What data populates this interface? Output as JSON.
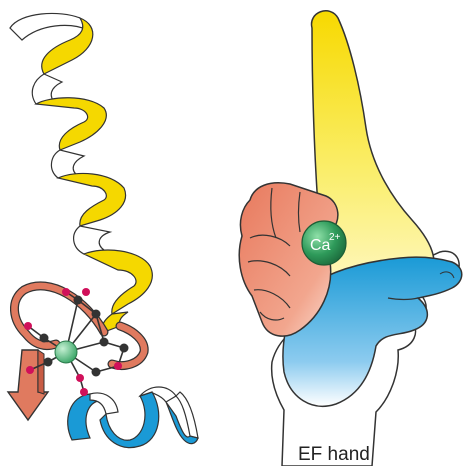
{
  "ion_label": {
    "base": "Ca",
    "charge": "2+"
  },
  "caption": "EF hand",
  "colors": {
    "helix_e": "#f5d800",
    "helix_f": "#1a9ad6",
    "loop": "#e07a5f",
    "ion": "#2e9a5a",
    "oxygen": "#d0105a",
    "carbon": "#333333",
    "helix_back": "#ffffff",
    "outline": "#333333"
  }
}
